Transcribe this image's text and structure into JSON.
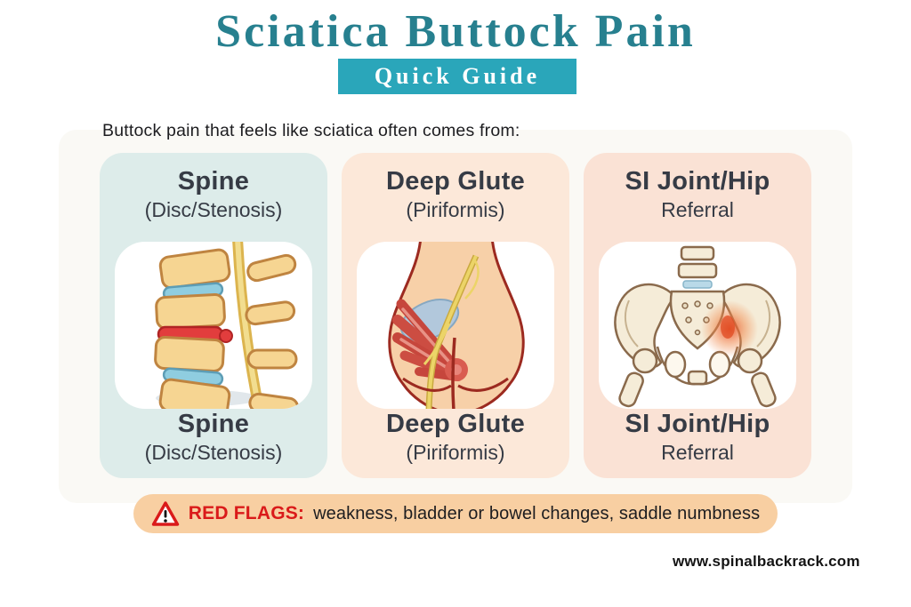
{
  "header": {
    "title": "Sciatica Buttock Pain",
    "badge": "Quick Guide",
    "intro": "Buttock pain that feels like sciatica often comes from:"
  },
  "cards": [
    {
      "title": "Spine",
      "subtitle": "(Disc/Stenosis)",
      "bottom_title": "Spine",
      "bottom_subtitle": "(Disc/Stenosis)",
      "illustration": "lumbar-spine-disc-herniation-illustration",
      "bg": "#ddecea"
    },
    {
      "title": "Deep Glute",
      "subtitle": "(Piriformis)",
      "bottom_title": "Deep Glute",
      "bottom_subtitle": "(Piriformis)",
      "illustration": "buttock-piriformis-sciatic-nerve-illustration",
      "bg": "#fce8d9"
    },
    {
      "title": "SI Joint/Hip",
      "subtitle": "Referral",
      "bottom_title": "SI Joint/Hip",
      "bottom_subtitle": "Referral",
      "illustration": "pelvis-si-joint-inflammation-illustration",
      "bg": "#fae2d5"
    }
  ],
  "red_flags": {
    "icon": "warning-triangle-icon",
    "label": "RED FLAGS:",
    "text": "weakness, bladder or bowel changes, saddle numbness",
    "bg": "#f8cfa2",
    "label_color": "#da1a1a"
  },
  "footer": {
    "url": "www.spinalbackrack.com"
  },
  "colors": {
    "title_teal": "#27808f",
    "badge_teal": "#2aa6ba",
    "card_text": "#363b45",
    "panel_bg": "#faf9f5",
    "card1_bg": "#ddecea",
    "card2_bg": "#fce8d9",
    "card3_bg": "#fae2d5",
    "redflag_bg": "#f8cfa2",
    "red_accent": "#da1a1a"
  }
}
